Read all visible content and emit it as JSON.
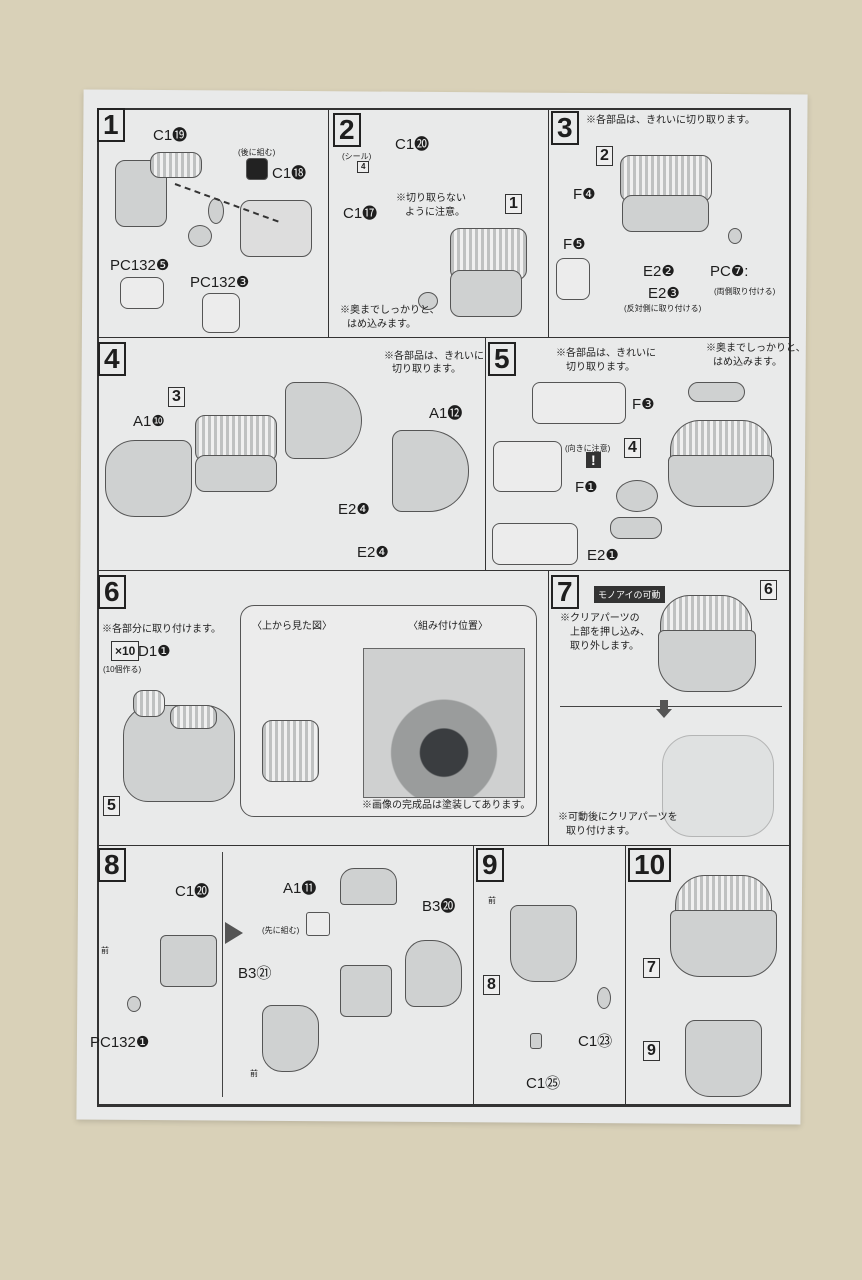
{
  "steps": [
    {
      "number": "1",
      "labels": [
        "C1⓳",
        "C1⓲",
        "PC132❺",
        "PC132❸"
      ],
      "notes": [
        "(後に組む)"
      ]
    },
    {
      "number": "2",
      "labels": [
        "C1⓴",
        "C1⓱"
      ],
      "notes": [
        "(シール)",
        "4",
        "※切り取らない",
        "ように注意。",
        "※奥までしっかりと、",
        "はめ込みます。"
      ],
      "refs": [
        "1"
      ]
    },
    {
      "number": "3",
      "labels": [
        "F❹",
        "F❺",
        "E2❷",
        "PC❼:",
        "E2❸"
      ],
      "notes": [
        "※各部品は、きれいに切り取ります。",
        "(両側取り付ける)",
        "(反対側に取り付ける)"
      ],
      "refs": [
        "2"
      ]
    },
    {
      "number": "4",
      "labels": [
        "A1❿",
        "A1⓬",
        "E2❹",
        "E2❹"
      ],
      "notes": [
        "※各部品は、きれいに",
        "切り取ります。"
      ],
      "refs": [
        "3"
      ]
    },
    {
      "number": "5",
      "labels": [
        "F❸",
        "F❶",
        "E2❶"
      ],
      "notes": [
        "※各部品は、きれいに",
        "切り取ります。",
        "※奥までしっかりと、",
        "はめ込みます。",
        "(向きに注意)"
      ],
      "refs": [
        "4"
      ]
    },
    {
      "number": "6",
      "labels": [
        "×10",
        "D1❶"
      ],
      "notes": [
        "※各部分に取り付けます。",
        "(10個作る)",
        "〈上から見た図〉",
        "〈組み付け位置〉",
        "※画像の完成品は塗装してあります。"
      ],
      "refs": [
        "5"
      ]
    },
    {
      "number": "7",
      "labels": [],
      "notes": [
        "モノアイの可動",
        "※クリアパーツの",
        "上部を押し込み、",
        "取り外します。",
        "※可動後にクリアパーツを",
        "取り付けます。"
      ],
      "refs": [
        "6"
      ]
    },
    {
      "number": "8",
      "labels": [
        "C1⓴",
        "PC132❶",
        "A1⓫",
        "B3⓴",
        "B3㉑"
      ],
      "notes": [
        "前",
        "(先に組む)",
        "前"
      ]
    },
    {
      "number": "9",
      "labels": [
        "C1㉓",
        "C1㉕"
      ],
      "notes": [
        "前"
      ],
      "refs": [
        "8"
      ]
    },
    {
      "number": "10",
      "labels": [],
      "notes": [],
      "refs": [
        "7",
        "9"
      ]
    }
  ]
}
